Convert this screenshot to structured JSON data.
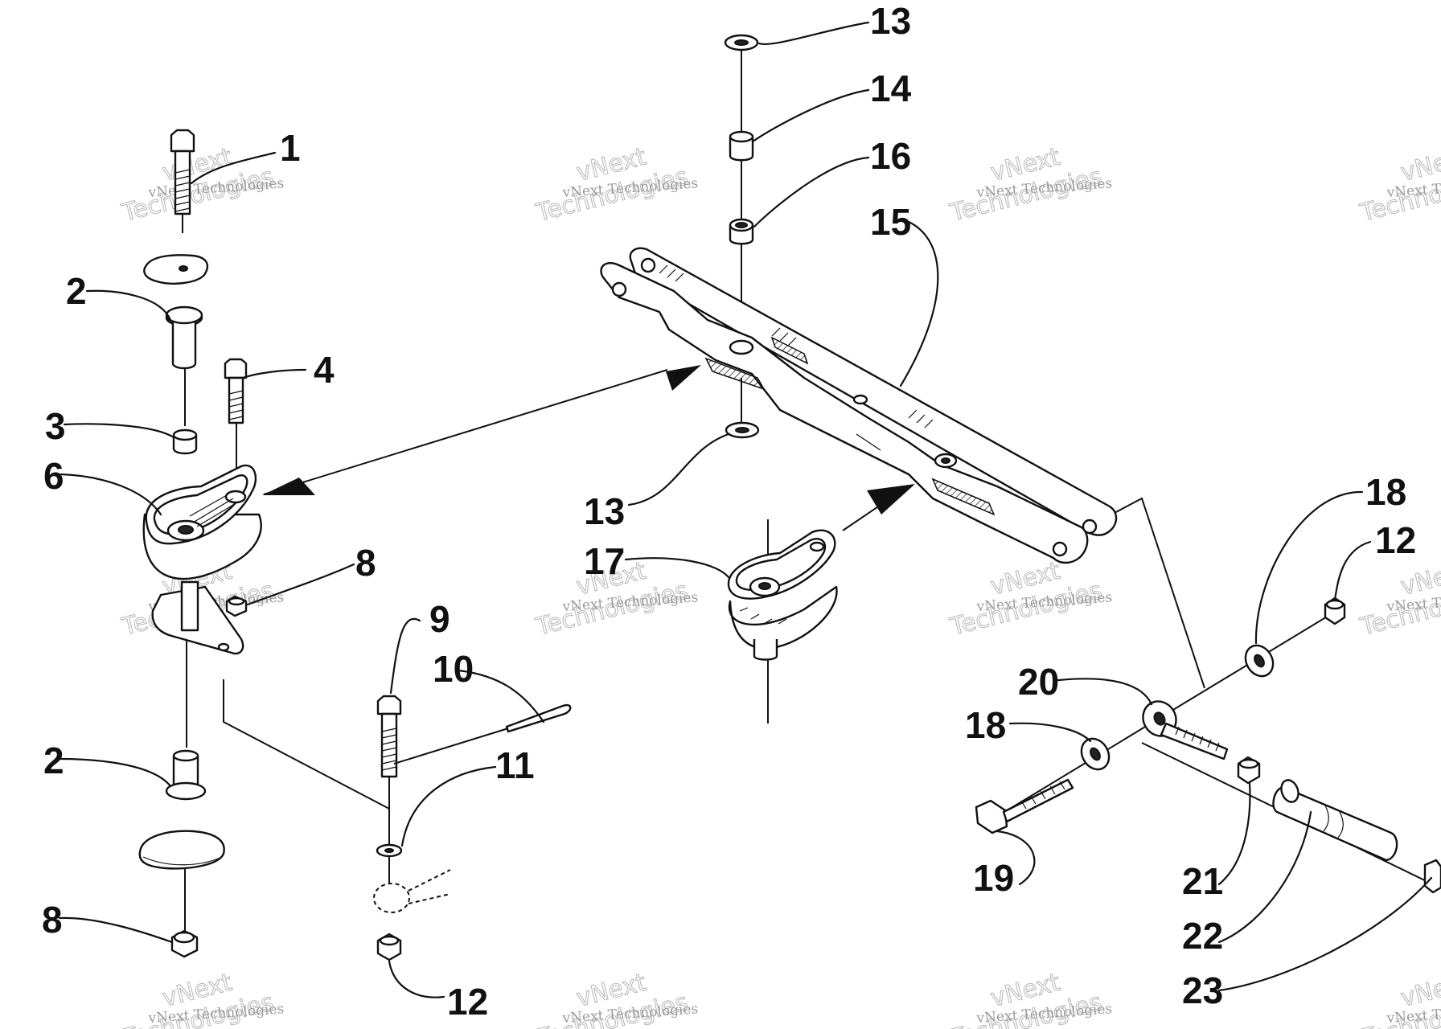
{
  "diagram": {
    "callouts": [
      "1",
      "2",
      "3",
      "4",
      "6",
      "8",
      "2",
      "8",
      "9",
      "10",
      "11",
      "12",
      "13",
      "14",
      "16",
      "15",
      "13",
      "17",
      "18",
      "12",
      "20",
      "18",
      "19",
      "21",
      "22",
      "23"
    ]
  },
  "watermark": {
    "small_text": "vNext Technologies",
    "large_line1": "vNext",
    "large_line2": "Technologies"
  },
  "colors": {
    "ink": "#111111",
    "watermark": "#9a9a9a",
    "background": "#ffffff"
  }
}
